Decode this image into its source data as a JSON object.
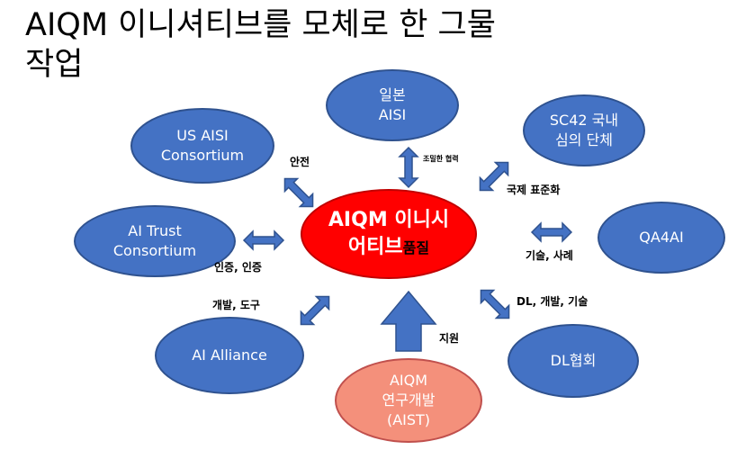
{
  "title": {
    "line1": "AIQM 이니셔티브를 모체로 한 그물",
    "line2": "작업"
  },
  "nodes": {
    "japan_aisi": {
      "line1": "일본",
      "line2": "AISI"
    },
    "us_aisi": {
      "line1": "US AISI",
      "line2": "Consortium"
    },
    "sc42": {
      "line1": "SC42 국내",
      "line2": "심의 단체"
    },
    "ai_trust": {
      "line1": "AI Trust",
      "line2": "Consortium"
    },
    "qa4ai": {
      "line1": "QA4AI"
    },
    "ai_alliance": {
      "line1": "AI Alliance"
    },
    "dl_assoc": {
      "line1": "DL협회"
    },
    "aist": {
      "line1": "AIQM",
      "line2": "연구개발",
      "line3": "(AIST)"
    },
    "center": {
      "line1": "AIQM 이니시",
      "line2": "어티브",
      "line2_sub": "품질"
    }
  },
  "edge_labels": {
    "close_coop": "조밀한 협력",
    "safety": "안전",
    "intl_standard": "국제 표준화",
    "certification": "인증, 인증",
    "tech_cases": "기술, 사례",
    "dev_tools": "개발, 도구",
    "dl_dev_tech": "DL, 개발, 기술",
    "support": "지원"
  },
  "colors": {
    "node_blue": "#4472C4",
    "center_red": "#FF0000",
    "aist_salmon": "#F4907B"
  }
}
